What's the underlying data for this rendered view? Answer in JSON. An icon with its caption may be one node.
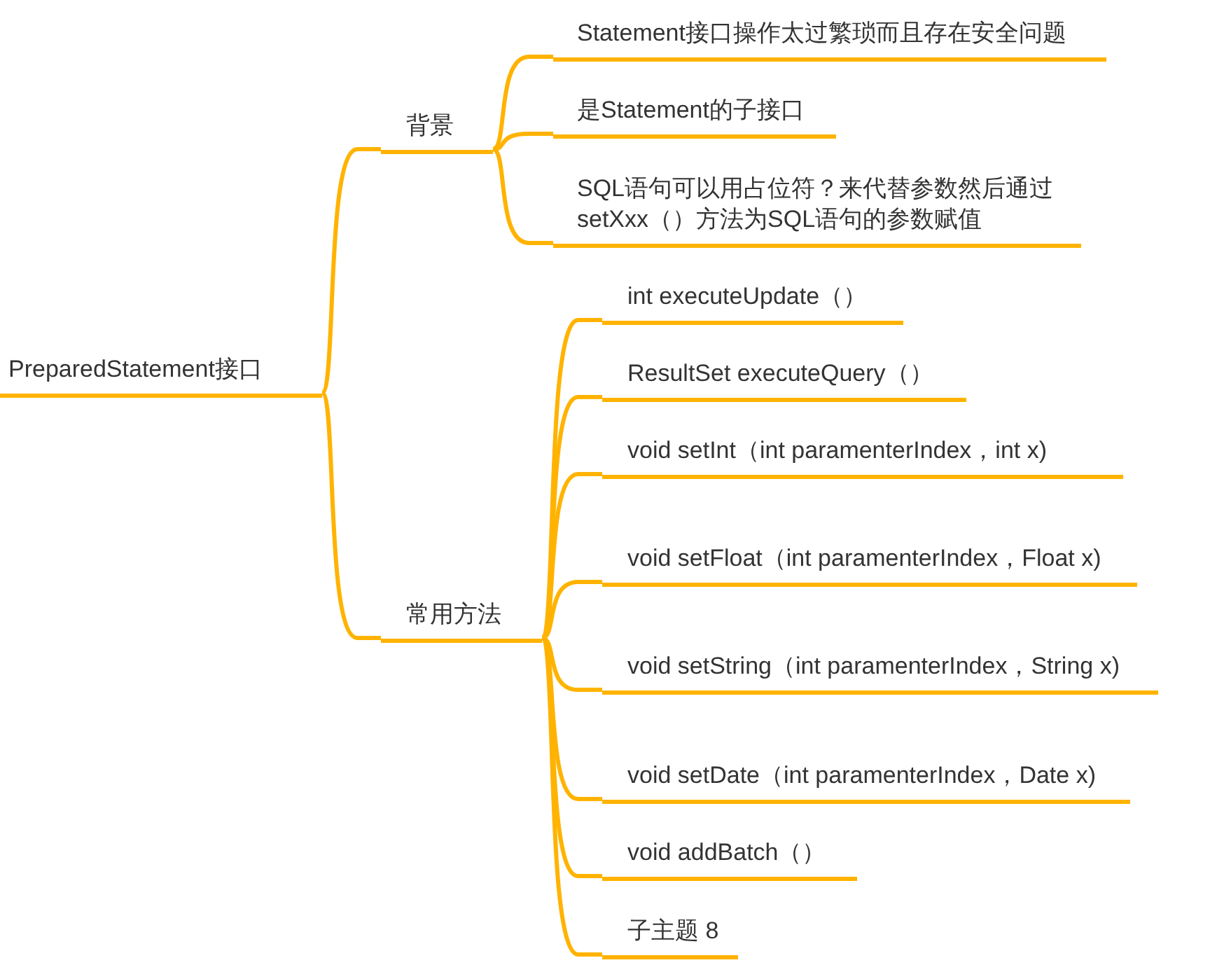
{
  "diagram": {
    "nodes": [
      {
        "text": [
          "PreparedStatement接口"
        ]
      },
      {
        "text": [
          "背景"
        ]
      },
      {
        "text": [
          "Statement接口操作太过繁琐而且存在安全问题"
        ]
      },
      {
        "text": [
          "是Statement的子接口"
        ]
      },
      {
        "text": [
          "SQL语句可以用占位符？来代替参数然后通过setXxx（）方法为SQL语句的参数赋值"
        ]
      },
      {
        "text": [
          "常用方法"
        ]
      },
      {
        "text": [
          "int executeUpdate（）"
        ]
      },
      {
        "text": [
          "ResultSet executeQuery（）"
        ]
      },
      {
        "text": [
          "void setInt（int paramenterIndex，int x)"
        ]
      },
      {
        "text": [
          "void setFloat（int paramenterIndex，Float x)"
        ]
      },
      {
        "text": [
          "void setString（int paramenterIndex，String x)"
        ]
      },
      {
        "text": [
          "void setDate（int paramenterIndex，Date x)"
        ]
      },
      {
        "text": [
          "void addBatch（）"
        ]
      },
      {
        "text": [
          "子主题 8"
        ]
      }
    ],
    "edges": [
      {
        "from": 0,
        "to": 1,
        "arrow": "none"
      },
      {
        "from": 1,
        "to": 2,
        "arrow": "none"
      },
      {
        "from": 1,
        "to": 3,
        "arrow": "none"
      },
      {
        "from": 1,
        "to": 4,
        "arrow": "none"
      },
      {
        "from": 0,
        "to": 5,
        "arrow": "none"
      },
      {
        "from": 5,
        "to": 6,
        "arrow": "none"
      },
      {
        "from": 5,
        "to": 7,
        "arrow": "none"
      },
      {
        "from": 5,
        "to": 8,
        "arrow": "none"
      },
      {
        "from": 5,
        "to": 9,
        "arrow": "none"
      },
      {
        "from": 5,
        "to": 10,
        "arrow": "none"
      },
      {
        "from": 5,
        "to": 11,
        "arrow": "none"
      },
      {
        "from": 5,
        "to": 12,
        "arrow": "none"
      },
      {
        "from": 5,
        "to": 13,
        "arrow": "none"
      }
    ]
  }
}
